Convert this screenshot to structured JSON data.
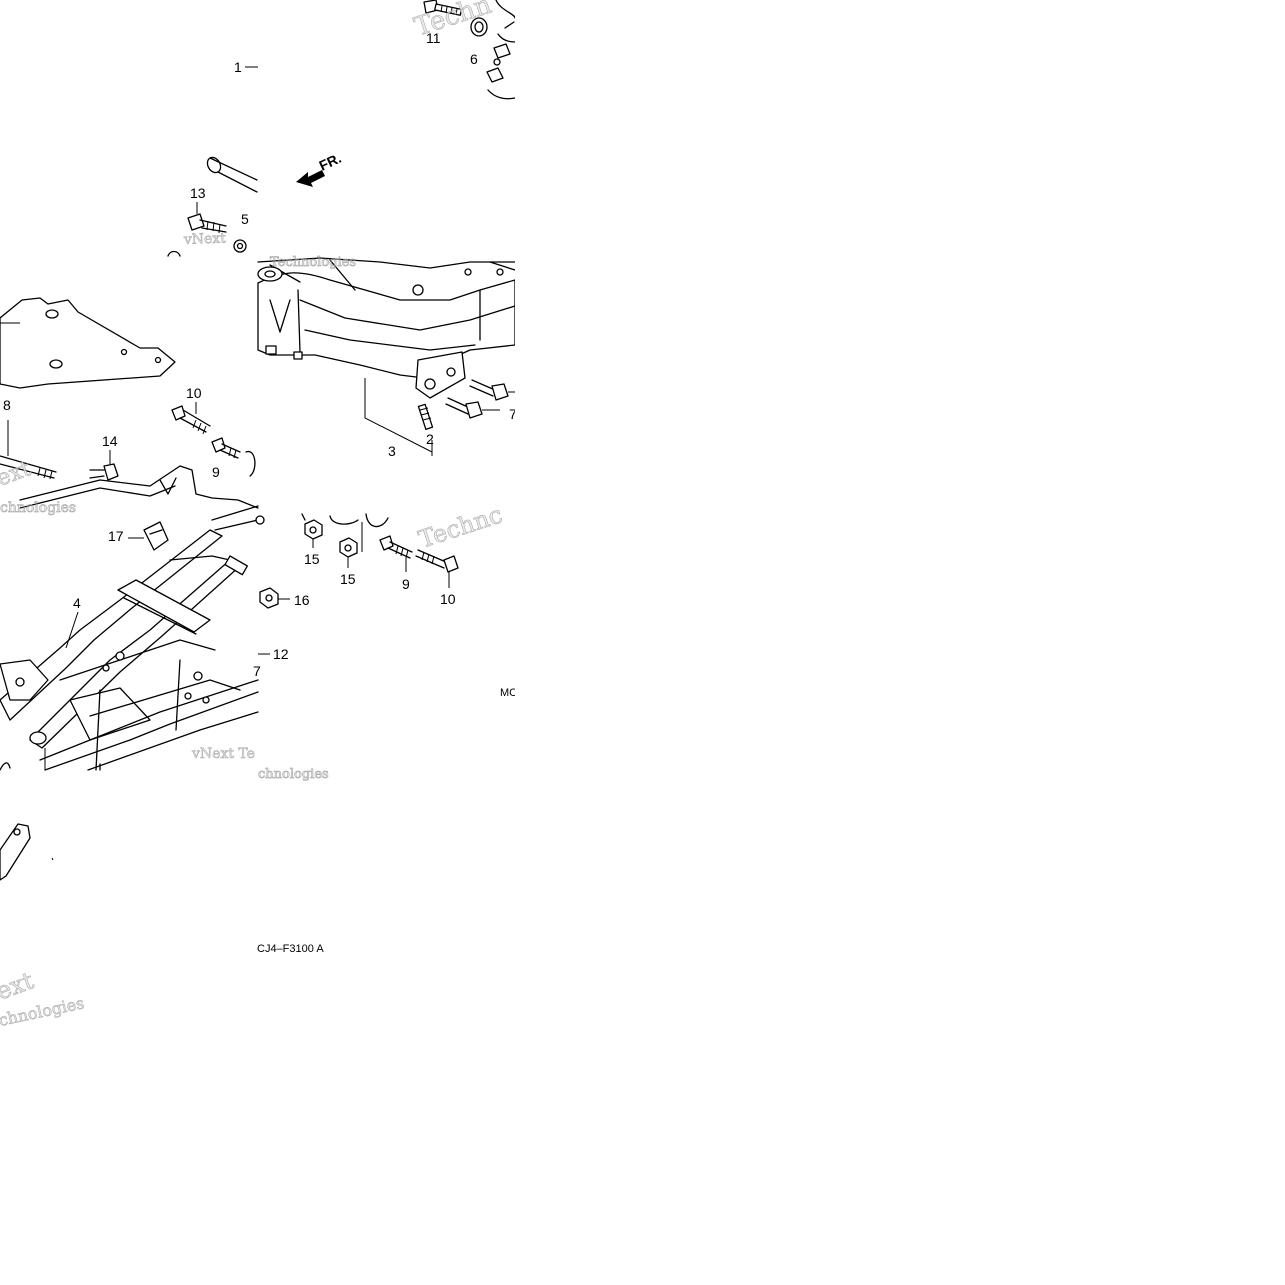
{
  "diagram": {
    "direction_label": "FR.",
    "diagram_code": "CJ4–F3100 A",
    "corner_code": "MC",
    "callouts": {
      "n1": "1",
      "n2": "2",
      "n3": "3",
      "n4": "4",
      "n5": "5",
      "n6": "6",
      "n7a": "7",
      "n7b": "7",
      "n8": "8",
      "n9a": "9",
      "n9b": "9",
      "n10a": "10",
      "n10b": "10",
      "n11": "11",
      "n12": "12",
      "n13": "13",
      "n14": "14",
      "n15a": "15",
      "n15b": "15",
      "n16": "16",
      "n17": "17"
    },
    "watermarks": {
      "w1": "Techn",
      "w2": "vNext",
      "w3": "Technologies",
      "w4": "ext",
      "w5": "chnologies",
      "w6": "Technc",
      "w7": "vNext Te",
      "w8": "chnologies",
      "w9": "ext",
      "w10": "chnologies"
    }
  }
}
